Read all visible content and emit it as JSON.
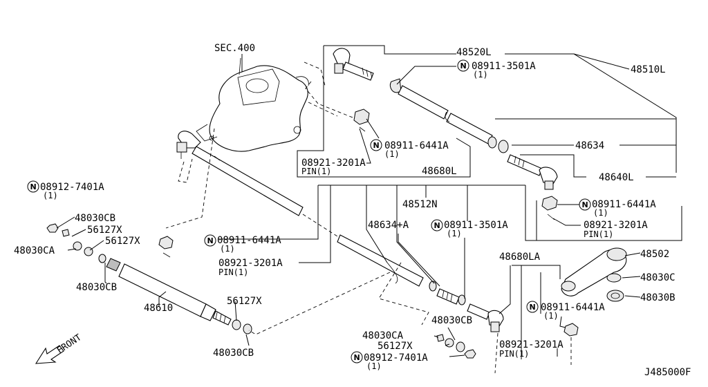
{
  "labels": {
    "sec400": "SEC.400",
    "p48520L": "48520L",
    "p48510L": "48510L",
    "n08911_3501A_top": "08911-3501A",
    "q1_a": "(1)",
    "p48634": "48634",
    "p48640L": "48640L",
    "n08911_6441A_upper": "08911-6441A",
    "q1_b": "(1)",
    "p08921_3201A_upper": "08921-3201A",
    "pin_upper": "PIN(1)",
    "p48680L": "48680L",
    "n08912_7401A_left": "08912-7401A",
    "q1_c": "(1)",
    "p48030CB_a": "48030CB",
    "p56127X_a": "56127X",
    "p48030CA_a": "48030CA",
    "p56127X_b": "56127X",
    "n08911_6441A_left": "08911-6441A",
    "q1_d": "(1)",
    "p08921_3201A_left": "08921-3201A",
    "pin_left": "PIN(1)",
    "p48512N": "48512N",
    "p48634A": "48634+A",
    "n08911_3501A_mid": "08911-3501A",
    "q1_e": "(1)",
    "n08911_6441A_right": "08911-6441A",
    "q1_f": "(1)",
    "p08921_3201A_right": "08921-3201A",
    "pin_right": "PIN(1)",
    "p48502": "48502",
    "p48030C": "48030C",
    "p48030B": "48030B",
    "p48680LA": "48680LA",
    "n08911_6441A_lower": "08911-6441A",
    "q1_g": "(1)",
    "p08921_3201A_lower": "08921-3201A",
    "pin_lower": "PIN(1)",
    "p48030CB_b": "48030CB",
    "p48610": "48610",
    "p56127X_c": "56127X",
    "p48030CB_c": "48030CB",
    "p48030CB_d": "48030CB",
    "p48030CA_b": "48030CA",
    "p56127X_d": "56127X",
    "n08912_7401A_bottom": "08912-7401A",
    "q1_h": "(1)",
    "front": "FRONT",
    "figure_code": "J485000F"
  },
  "symbols": {
    "n_mark": "N"
  }
}
